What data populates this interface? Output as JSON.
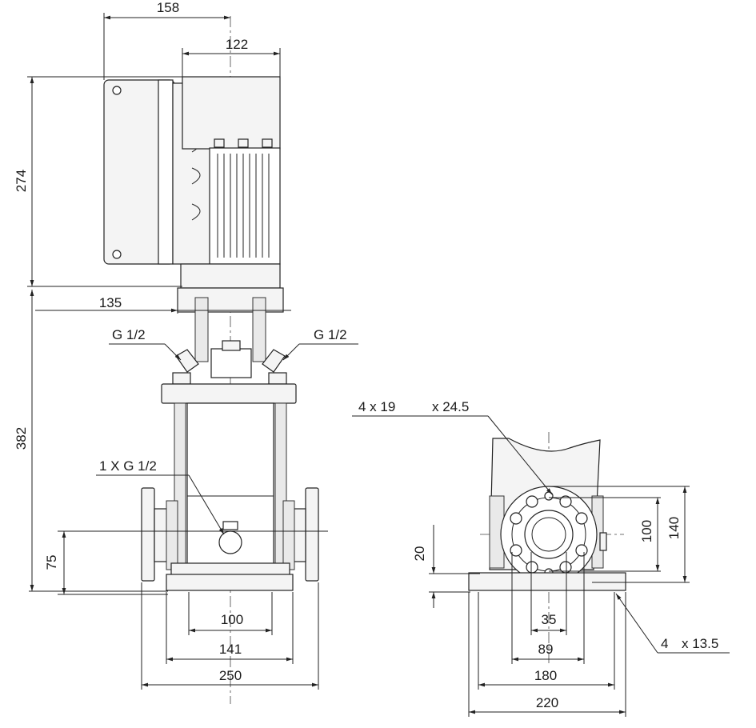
{
  "front_view": {
    "dims": {
      "top_overall": "158",
      "top_motor": "122",
      "height_motor": "274",
      "height_pump": "382",
      "adapter_width": "135",
      "suction_height": "75",
      "base_inner": "100",
      "base_mid": "141",
      "base_overall": "250"
    },
    "labels": {
      "vent_left": "G 1/2",
      "vent_right": "G 1/2",
      "drain": "1 X G 1/2"
    }
  },
  "flange_view": {
    "dims": {
      "holes": "4 x 19",
      "holes_depth": "x 24.5",
      "bolt_circle_inner": "100",
      "bolt_circle_outer": "140",
      "base_height": "20",
      "bore": "35",
      "bore_pitch": "89",
      "foot_pitch": "180",
      "foot_overall": "220",
      "foot_holes": "4",
      "foot_holes_size": "x 13.5"
    }
  }
}
